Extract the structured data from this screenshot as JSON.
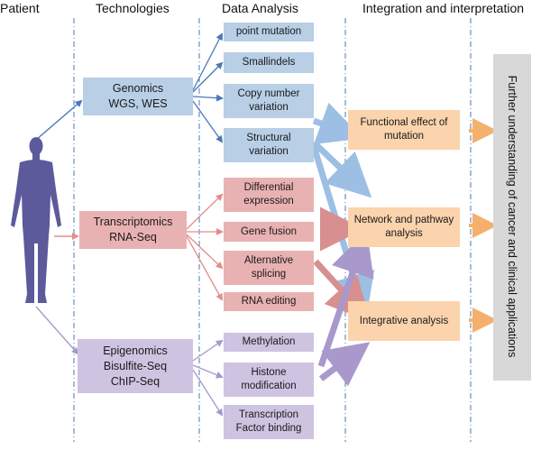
{
  "headers": {
    "patient": "Patient",
    "technologies": "Technologies",
    "data_analysis": "Data Analysis",
    "integration": "Integration and interpretation"
  },
  "technologies": {
    "genomics": [
      "Genomics",
      "WGS, WES"
    ],
    "transcriptomics": [
      "Transcriptomics",
      "RNA-Seq"
    ],
    "epigenomics": [
      "Epigenomics",
      "Bisulfite-Seq",
      "ChIP-Seq"
    ]
  },
  "analysis": {
    "genomic": [
      "point mutation",
      "Smallindels",
      "Copy number variation",
      "Structural variation"
    ],
    "transcriptomic": [
      "Differential expression",
      "Gene fusion",
      "Alternative splicing",
      "RNA editing"
    ],
    "epigenomic": [
      "Methylation",
      "Histone modification",
      "Transcription Factor binding"
    ]
  },
  "integration": [
    "Functional effect of mutation",
    "Network and pathway analysis",
    "Integrative analysis"
  ],
  "conclusion": "Further understanding of cancer and clinical applications",
  "colors": {
    "genomics": "#b8cfe6",
    "genomics_arrow": "#4a78b8",
    "transcriptomics": "#e9b2b2",
    "transcriptomics_arrow": "#e58c8c",
    "epigenomics": "#cfc3e2",
    "epigenomics_arrow": "#a898cc",
    "integration": "#fbd3ad",
    "integration_arrow": "#f5b06e",
    "conclusion": "#d8d8d8",
    "divider": "#4a78b8",
    "human_figure": "#5c5a9b"
  }
}
